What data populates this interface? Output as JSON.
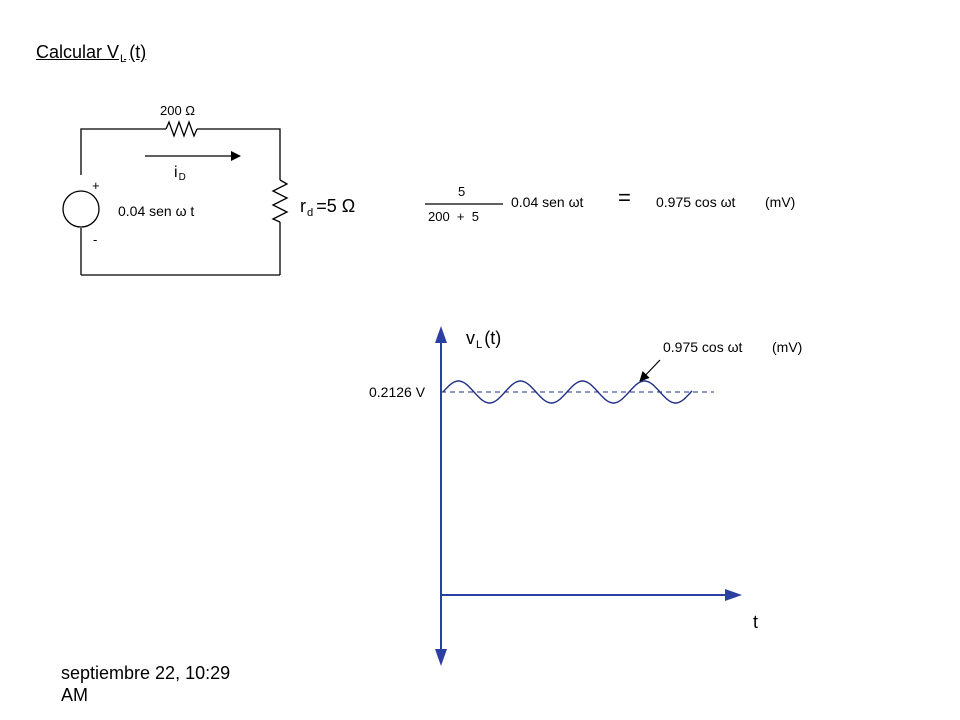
{
  "title": {
    "text": "Calcular V",
    "sub": "L",
    "tail": "(t)"
  },
  "circuit": {
    "resistor_label": "200 Ω",
    "current_main": "i",
    "current_sub": "D",
    "plus": "+",
    "minus": "-",
    "source_label": "0.04 sen ω t",
    "rd_main": "r",
    "rd_sub": "d",
    "rd_value": "=5 Ω"
  },
  "equation": {
    "numerator": "5",
    "denominator": "200  +  5",
    "factor": "0.04 sen ωt",
    "equals": "=",
    "result": "0.975 cos ωt",
    "unit": "(mV)"
  },
  "graph": {
    "y_label_main": "v",
    "y_label_sub": "L",
    "y_label_tail": "(t)",
    "x_label": "t",
    "dc_level": "0.2126 V",
    "wave_label": "0.975 cos ωt",
    "wave_unit": "(mV)"
  },
  "footer": {
    "date": "septiembre 22, 10:29",
    "ampm": "AM"
  }
}
